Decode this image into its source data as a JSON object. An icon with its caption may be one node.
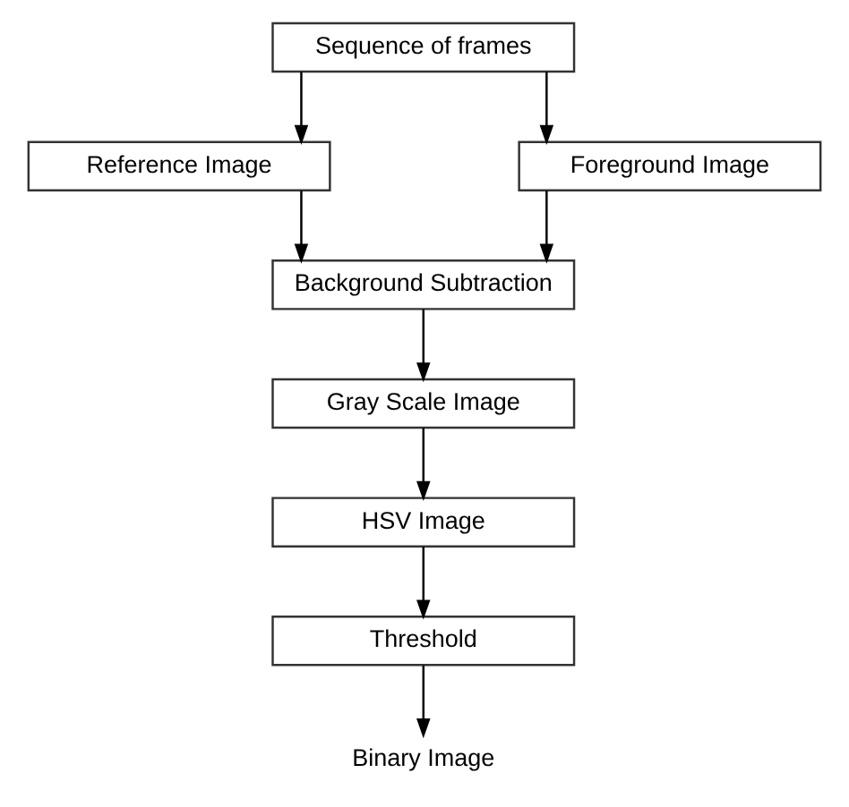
{
  "diagram": {
    "nodes": [
      {
        "text": [
          "Sequence of frames"
        ]
      },
      {
        "text": [
          "Reference Image"
        ]
      },
      {
        "text": [
          "Foreground Image"
        ]
      },
      {
        "text": [
          "Background Subtraction"
        ]
      },
      {
        "text": [
          "Gray Scale Image"
        ]
      },
      {
        "text": [
          "HSV Image"
        ]
      },
      {
        "text": [
          "Threshold"
        ]
      },
      {
        "text": [
          "Binary Image"
        ]
      }
    ],
    "edges": [
      {
        "from": 0,
        "to": 1,
        "arrow": "to"
      },
      {
        "from": 0,
        "to": 2,
        "arrow": "to"
      },
      {
        "from": 1,
        "to": 3,
        "arrow": "to"
      },
      {
        "from": 2,
        "to": 3,
        "arrow": "to"
      },
      {
        "from": 3,
        "to": 4,
        "arrow": "to"
      },
      {
        "from": 4,
        "to": 5,
        "arrow": "to"
      },
      {
        "from": 5,
        "to": 6,
        "arrow": "to"
      },
      {
        "from": 6,
        "to": 7,
        "arrow": "to"
      }
    ]
  }
}
